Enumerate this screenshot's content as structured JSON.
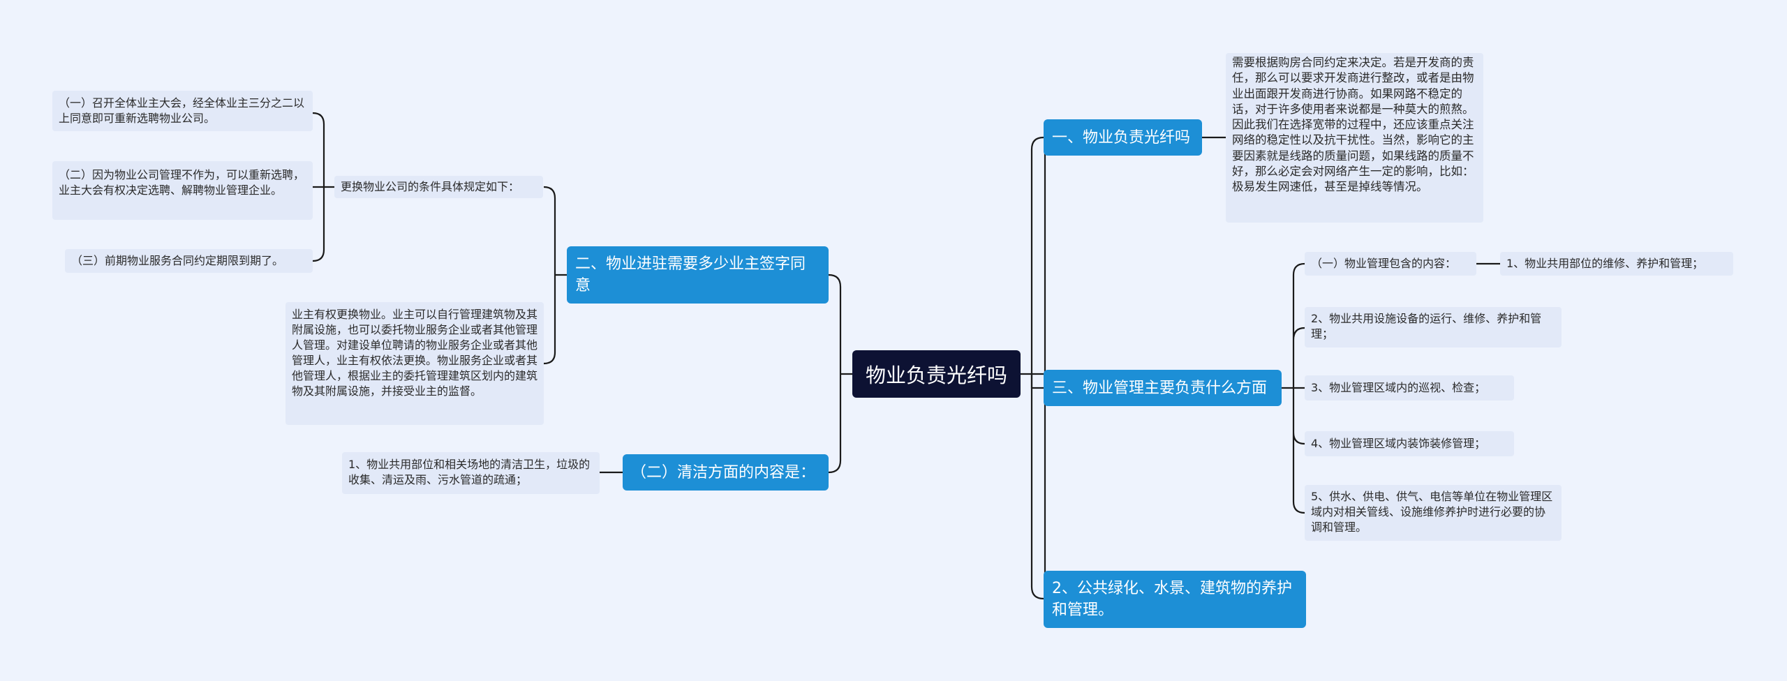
{
  "root": {
    "title": "物业负责光纤吗"
  },
  "right": [
    {
      "label": "一、物业负责光纤吗",
      "children": [
        {
          "text": "需要根据购房合同约定来决定。若是开发商的责任，那么可以要求开发商进行整改，或者是由物业出面跟开发商进行协商。如果网路不稳定的话，对于许多使用者来说都是一种莫大的煎熬。因此我们在选择宽带的过程中，还应该重点关注网络的稳定性以及抗干扰性。当然，影响它的主要因素就是线路的质量问题，如果线路的质量不好，那么必定会对网络产生一定的影响，比如：极易发生网速低，甚至是掉线等情况。"
        }
      ]
    },
    {
      "label": "三、物业管理主要负责什么方面",
      "children": [
        {
          "text": "（一）物业管理包含的内容：",
          "child": "1、物业共用部位的维修、养护和管理；"
        },
        {
          "text": "2、物业共用设施设备的运行、维修、养护和管理；"
        },
        {
          "text": "3、物业管理区域内的巡视、检查；"
        },
        {
          "text": "4、物业管理区域内装饰装修管理；"
        },
        {
          "text": "5、供水、供电、供气、电信等单位在物业管理区域内对相关管线、设施维修养护时进行必要的协调和管理。"
        }
      ]
    },
    {
      "label": "2、公共绿化、水景、建筑物的养护和管理。"
    }
  ],
  "left": [
    {
      "label": "二、物业进驻需要多少业主签字同意",
      "children": [
        {
          "text": "更换物业公司的条件具体规定如下：",
          "children": [
            "（一）召开全体业主大会，经全体业主三分之二以上同意即可重新选聘物业公司。",
            "（二）因为物业公司管理不作为，可以重新选聘，业主大会有权决定选聘、解聘物业管理企业。",
            "（三）前期物业服务合同约定期限到期了。"
          ]
        },
        {
          "text": "业主有权更换物业。业主可以自行管理建筑物及其附属设施，也可以委托物业服务企业或者其他管理人管理。对建设单位聘请的物业服务企业或者其他管理人，业主有权依法更换。物业服务企业或者其他管理人，根据业主的委托管理建筑区划内的建筑物及其附属设施，并接受业主的监督。"
        }
      ]
    },
    {
      "label": "（二）清洁方面的内容是：",
      "children": [
        {
          "text": "1、物业共用部位和相关场地的清洁卫生，垃圾的收集、清运及雨、污水管道的疏通；"
        }
      ]
    }
  ]
}
